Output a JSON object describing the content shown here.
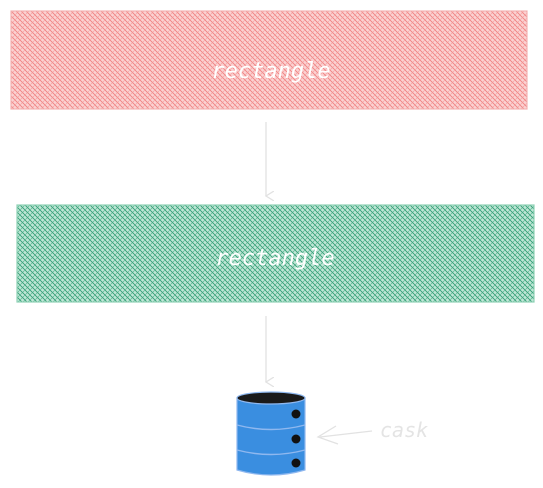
{
  "diagram": {
    "nodes": [
      {
        "label": "rectangle",
        "fill": "#ff8e8e",
        "hatch": "#f08080",
        "text_color": "#ffffff"
      },
      {
        "label": "rectangle",
        "fill": "#3eb489",
        "hatch": "#2f9e74",
        "text_color": "#ffffff"
      }
    ],
    "database": {
      "icon": "database-icon",
      "body_color": "#3a8ee0",
      "top_color": "#1a1a1a",
      "outline_color": "#8fb8ef"
    },
    "cask_label": "cask",
    "colors": {
      "arrow": "#e2e2e2",
      "label_muted": "#e4e4e4"
    }
  }
}
